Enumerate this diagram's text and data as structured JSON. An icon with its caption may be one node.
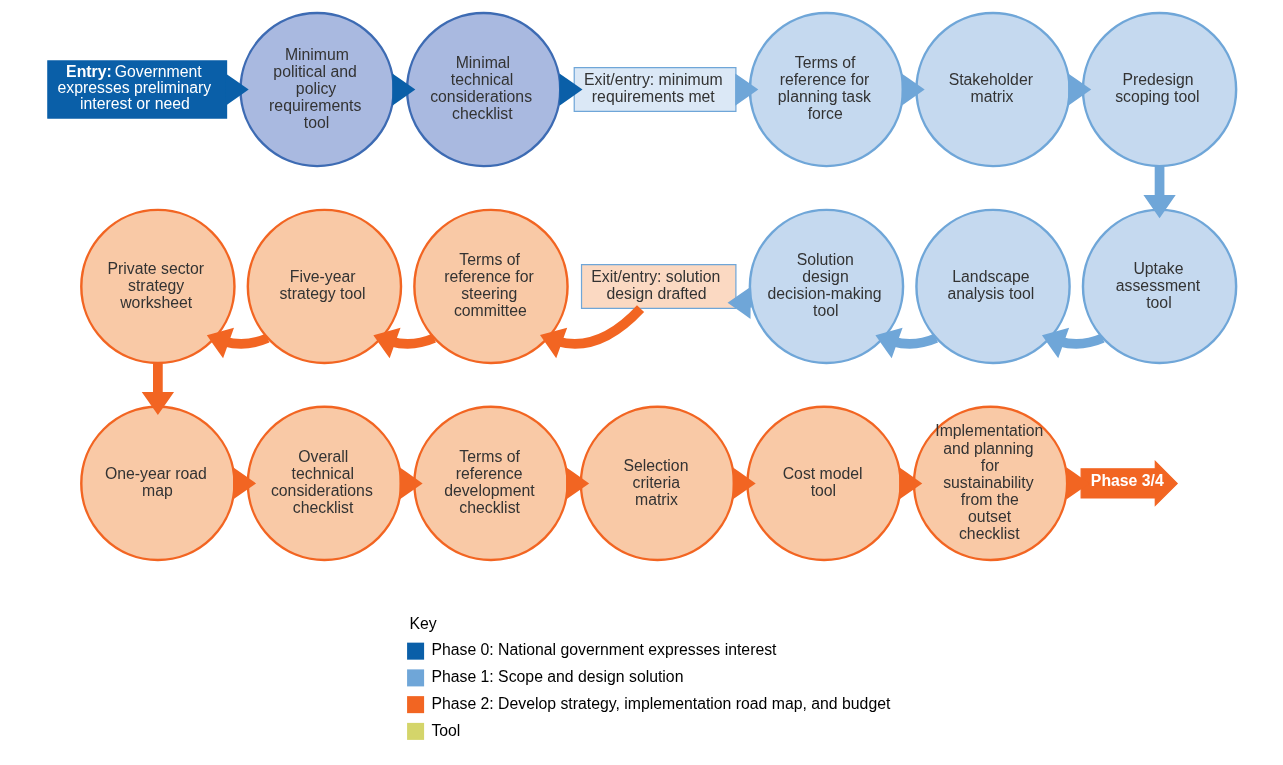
{
  "diagram": {
    "nodes": [
      {
        "text": [
          "**Entry:** Government expresses preliminary interest or need"
        ]
      },
      {
        "text": [
          "Minimum political and policy requirements tool"
        ]
      },
      {
        "text": [
          "Minimal technical considerations checklist"
        ]
      },
      {
        "text": [
          "Exit/entry: minimum requirements met"
        ]
      },
      {
        "text": [
          "Terms of reference for planning task force"
        ]
      },
      {
        "text": [
          "Stakeholder matrix"
        ]
      },
      {
        "text": [
          "Predesign scoping tool"
        ]
      },
      {
        "text": [
          "Uptake assessment tool"
        ]
      },
      {
        "text": [
          "Landscape analysis tool"
        ]
      },
      {
        "text": [
          "Solution design decision-making tool"
        ]
      },
      {
        "text": [
          "Exit/entry: solution design drafted"
        ]
      },
      {
        "text": [
          "Terms of reference for steering committee"
        ]
      },
      {
        "text": [
          "Five-year strategy tool"
        ]
      },
      {
        "text": [
          "Private sector strategy worksheet"
        ]
      },
      {
        "text": [
          "One-year road map"
        ]
      },
      {
        "text": [
          "Overall technical considerations checklist"
        ]
      },
      {
        "text": [
          "Terms of reference development checklist"
        ]
      },
      {
        "text": [
          "Selection criteria matrix"
        ]
      },
      {
        "text": [
          "Cost model tool"
        ]
      },
      {
        "text": [
          "Implementation and planning for sustainability from the outset checklist"
        ]
      },
      {
        "text": [
          "Phase 3/4"
        ]
      }
    ],
    "edges": [
      {
        "from": 0,
        "to": 1,
        "arrow": "to",
        "color": "#0a5fa8"
      },
      {
        "from": 1,
        "to": 2,
        "arrow": "to",
        "color": "#0a5fa8"
      },
      {
        "from": 2,
        "to": 3,
        "arrow": "to",
        "color": "#0a5fa8"
      },
      {
        "from": 3,
        "to": 4,
        "arrow": "to",
        "color": "#6fa6d8"
      },
      {
        "from": 4,
        "to": 5,
        "arrow": "to",
        "color": "#6fa6d8"
      },
      {
        "from": 5,
        "to": 6,
        "arrow": "to",
        "color": "#6fa6d8"
      },
      {
        "from": 6,
        "to": 7,
        "arrow": "to",
        "color": "#6fa6d8"
      },
      {
        "from": 7,
        "to": 8,
        "arrow": "to",
        "color": "#6fa6d8"
      },
      {
        "from": 8,
        "to": 9,
        "arrow": "to",
        "color": "#6fa6d8"
      },
      {
        "from": 9,
        "to": 10,
        "arrow": "to",
        "color": "#6fa6d8"
      },
      {
        "from": 10,
        "to": 11,
        "arrow": "to",
        "color": "#f26522"
      },
      {
        "from": 11,
        "to": 12,
        "arrow": "to",
        "color": "#f26522"
      },
      {
        "from": 12,
        "to": 13,
        "arrow": "to",
        "color": "#f26522"
      },
      {
        "from": 13,
        "to": 14,
        "arrow": "to",
        "color": "#f26522"
      },
      {
        "from": 14,
        "to": 15,
        "arrow": "to",
        "color": "#f26522"
      },
      {
        "from": 15,
        "to": 16,
        "arrow": "to",
        "color": "#f26522"
      },
      {
        "from": 16,
        "to": 17,
        "arrow": "to",
        "color": "#f26522"
      },
      {
        "from": 17,
        "to": 18,
        "arrow": "to",
        "color": "#f26522"
      },
      {
        "from": 18,
        "to": 19,
        "arrow": "to",
        "color": "#f26522"
      },
      {
        "from": 19,
        "to": 20,
        "arrow": "to",
        "color": "#f26522"
      }
    ],
    "labels": [
      "Key"
    ],
    "legend": [
      {
        "text": "Phase 0: National government expresses interest",
        "color": "#0a5fa8"
      },
      {
        "text": "Phase 1: Scope and design solution",
        "color": "#6fa6d8"
      },
      {
        "text": "Phase 2: Develop strategy, implementation road map, and budget",
        "color": "#f26522"
      },
      {
        "text": "Tool",
        "color": "#d4d56a"
      }
    ]
  }
}
